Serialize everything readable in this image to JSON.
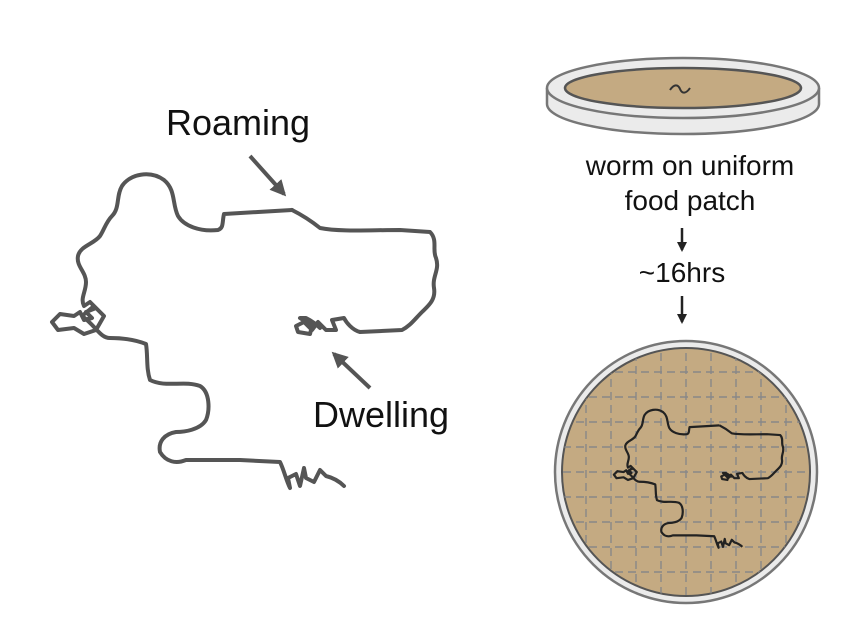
{
  "labels": {
    "roaming": "Roaming",
    "dwelling": "Dwelling",
    "plate_caption_line1": "worm on uniform",
    "plate_caption_line2": "food patch",
    "duration": "~16hrs"
  },
  "colors": {
    "track": "#555555",
    "arrow": "#555555",
    "food": "#c4aa82",
    "dish_outline": "#777777",
    "dish_fill": "#ebebeb",
    "grid": "#888888"
  }
}
